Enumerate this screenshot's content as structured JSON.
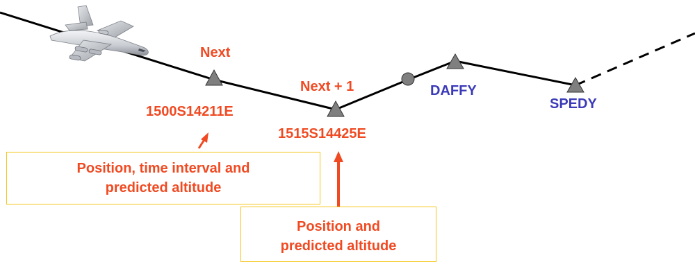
{
  "waypoints": {
    "next": {
      "label": "Next",
      "position": "1500S14211E"
    },
    "next_plus_1": {
      "label": "Next + 1",
      "position": "1515S14425E"
    },
    "daffy": {
      "label": "DAFFY"
    },
    "spedy": {
      "label": "SPEDY"
    }
  },
  "callouts": {
    "next_info": {
      "lines": [
        "Position, time interval and",
        "predicted altitude"
      ]
    },
    "next_plus_1_info": {
      "lines": [
        "Position and",
        "predicted altitude"
      ]
    }
  },
  "colors": {
    "label_red": "#f04a22",
    "label_blue": "#3b3ab8",
    "route_line": "#000000",
    "waypoint_marker": "#7f7f7f",
    "callout_border": "#f5c518"
  },
  "icons": {
    "aircraft": "aircraft-icon",
    "waypoint": "triangle-icon",
    "route_point": "circle-icon"
  }
}
